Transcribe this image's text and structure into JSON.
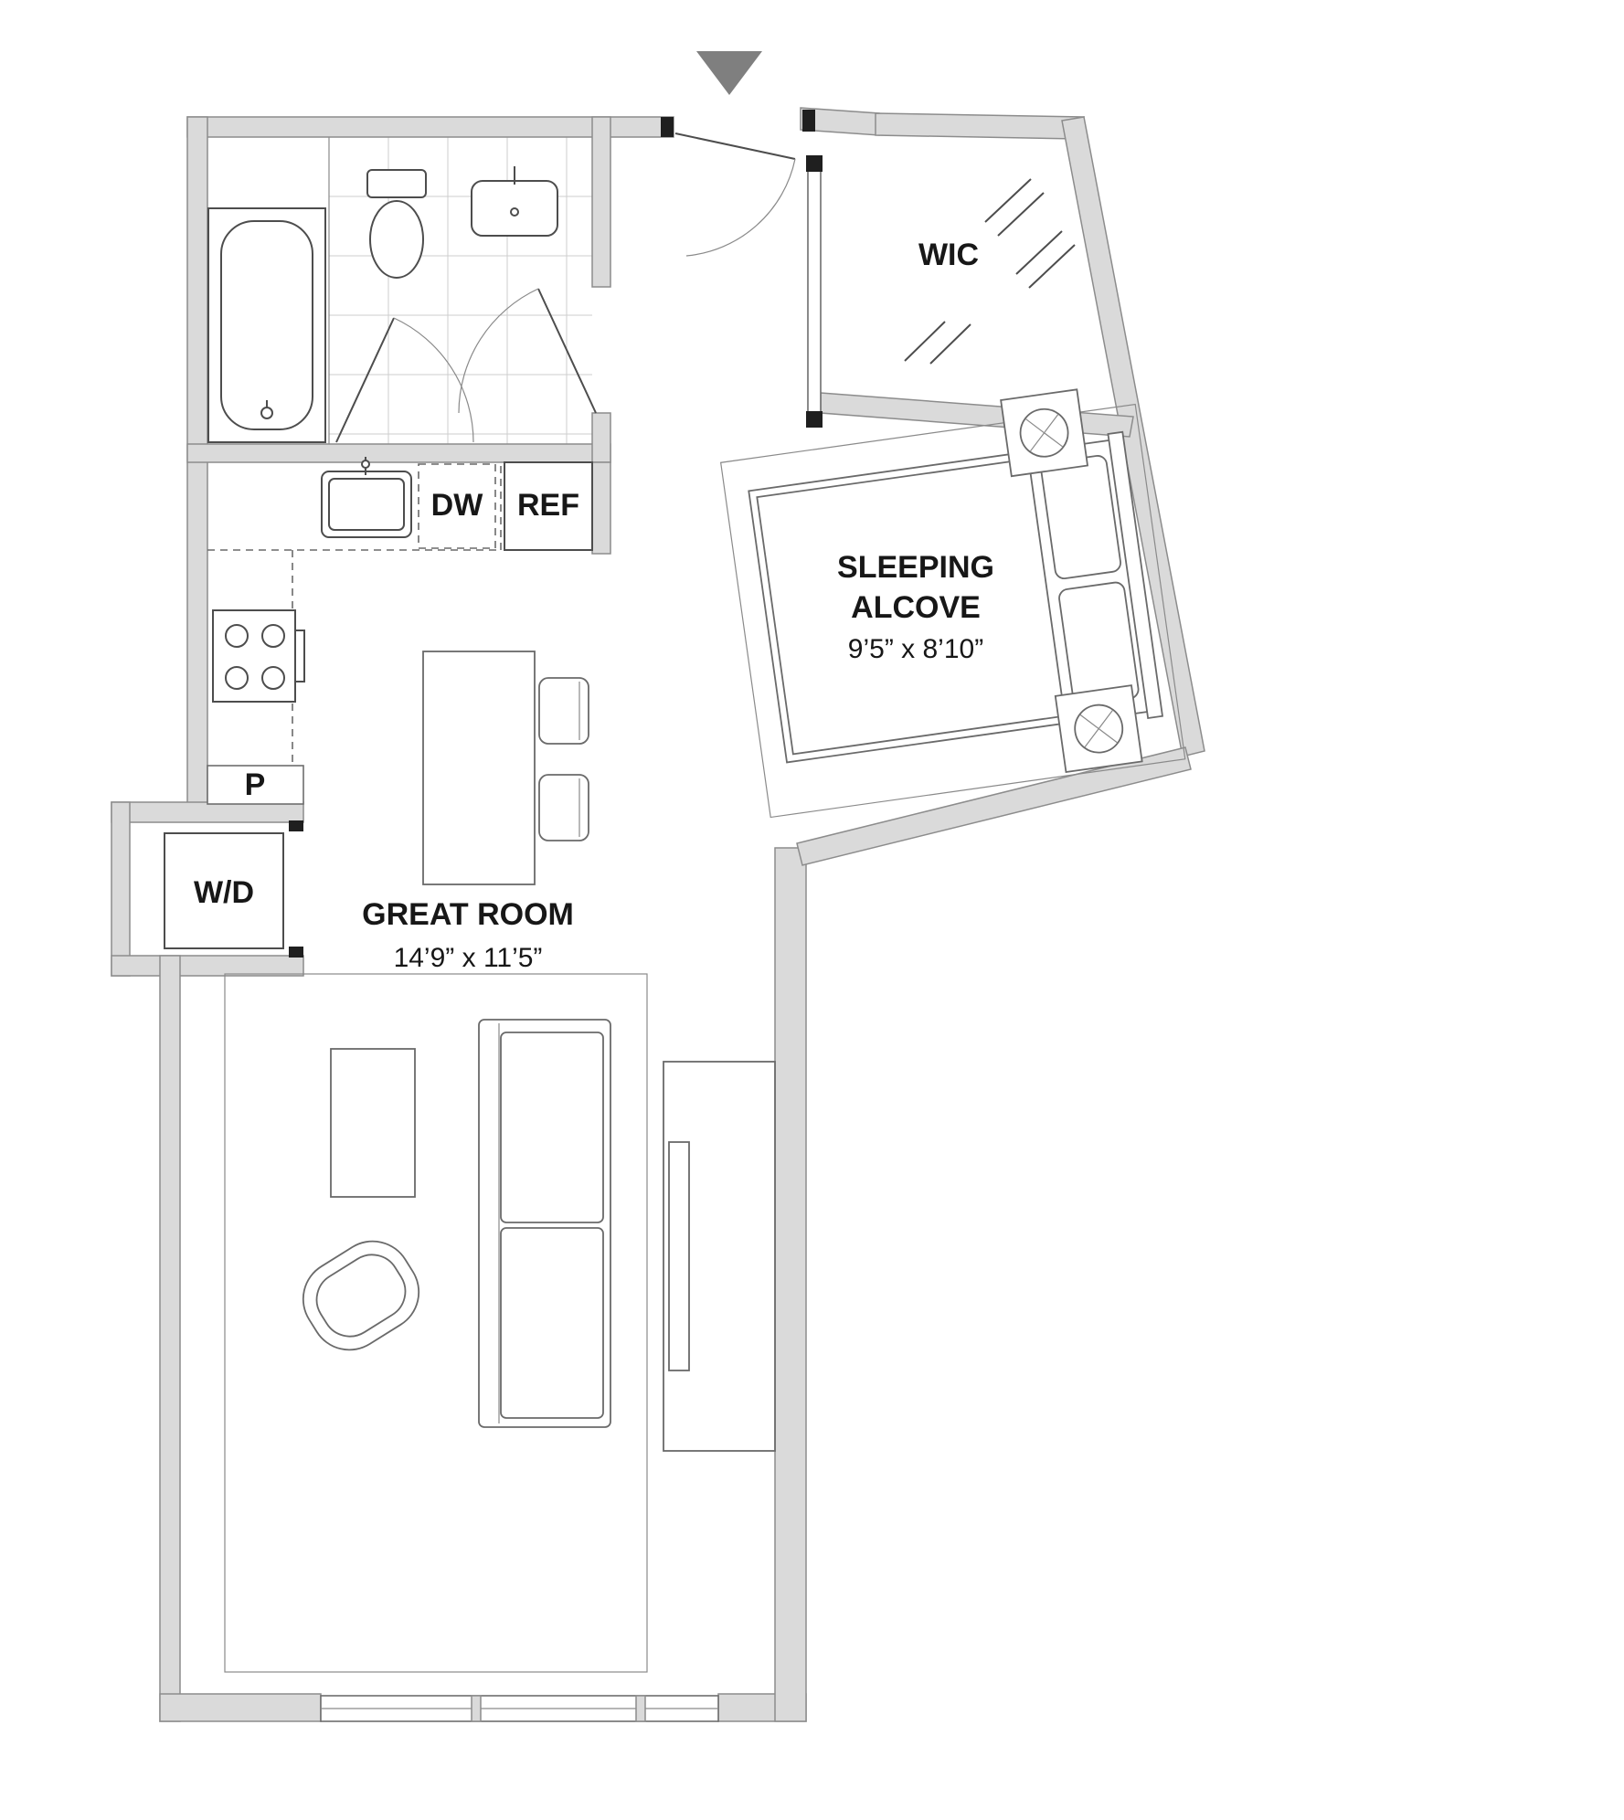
{
  "floorplan": {
    "rooms": {
      "wic": {
        "label": "WIC"
      },
      "sleeping_alcove": {
        "label_line1": "SLEEPING",
        "label_line2": "ALCOVE",
        "dimensions": "9’5” x 8’10”"
      },
      "great_room": {
        "label": "GREAT ROOM",
        "dimensions": "14’9” x 11’5”"
      },
      "pantry": {
        "label": "P"
      }
    },
    "appliances": {
      "dishwasher": "DW",
      "refrigerator": "REF",
      "washer_dryer": "W/D"
    },
    "colors": {
      "wall": "#dadada",
      "wall_outline": "#8c8c8c",
      "fixture": "#4d4d4d",
      "entry_arrow": "#7f7f7f",
      "tile": "#cdcdcd",
      "text": "#171717"
    }
  }
}
